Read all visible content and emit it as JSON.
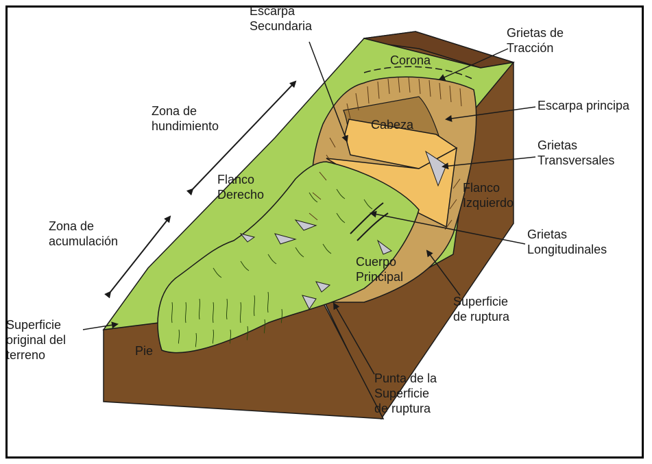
{
  "labels": {
    "escarpa_secundaria": [
      "Escarpa",
      "Secundaria"
    ],
    "grietas_traccion": [
      "Grietas de",
      "Tracción"
    ],
    "corona": "Corona",
    "escarpa_principal": "Escarpa principa",
    "zona_hundimiento": [
      "Zona de",
      "hundimiento"
    ],
    "cabeza": "Cabeza",
    "grietas_transversales": [
      "Grietas",
      "Transversales"
    ],
    "flanco_derecho": [
      "Flanco",
      "Derecho"
    ],
    "flanco_izquierdo": [
      "Flanco",
      "Izquierdo"
    ],
    "zona_acumulacion": [
      "Zona de",
      "acumulación"
    ],
    "grietas_longitudinales": [
      "Grietas",
      "Longitudinales"
    ],
    "cuerpo_principal": [
      "Cuerpo",
      "Principal"
    ],
    "superficie_ruptura": [
      "Superficie",
      "de ruptura"
    ],
    "superficie_original": [
      "Superficie",
      "original del",
      "terreno"
    ],
    "pie": "Pie",
    "punta_superficie": [
      "Punta de la",
      "Superficie",
      "de ruptura"
    ]
  },
  "colors": {
    "grass": "#a8d15a",
    "grass_dark": "#8fbd45",
    "soil_side": "#7a4e25",
    "soil_top": "#7a4e25",
    "scarp": "#c9a15c",
    "scarp_dark": "#a57d3f",
    "head_block": "#f2c063",
    "crack": "#c8c8d0",
    "outline": "#1a1a1a"
  }
}
